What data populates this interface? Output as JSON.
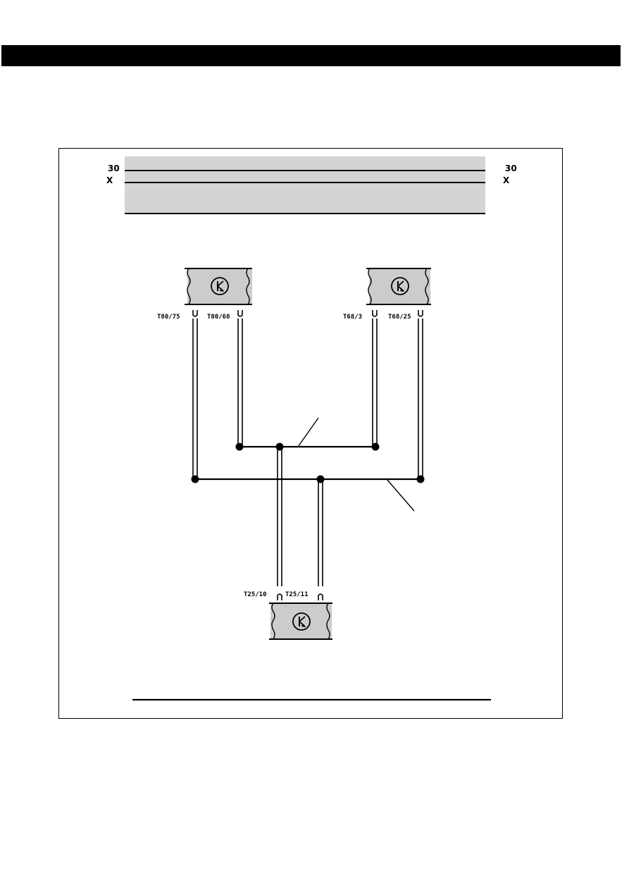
{
  "rails": {
    "left_top": "30",
    "left_bottom": "X",
    "right_top": "30",
    "right_bottom": "X"
  },
  "pins": {
    "left_a": "T80/75",
    "left_b": "T80/68",
    "right_a": "T68/3",
    "right_b": "T68/25",
    "bottom_a": "T25/10",
    "bottom_b": "T25/11"
  },
  "colors": {
    "rail_band": "#d4d4d4",
    "component_fill": "#cccccc",
    "wire": "#000000"
  },
  "icons": {
    "component": "transistor-icon"
  }
}
